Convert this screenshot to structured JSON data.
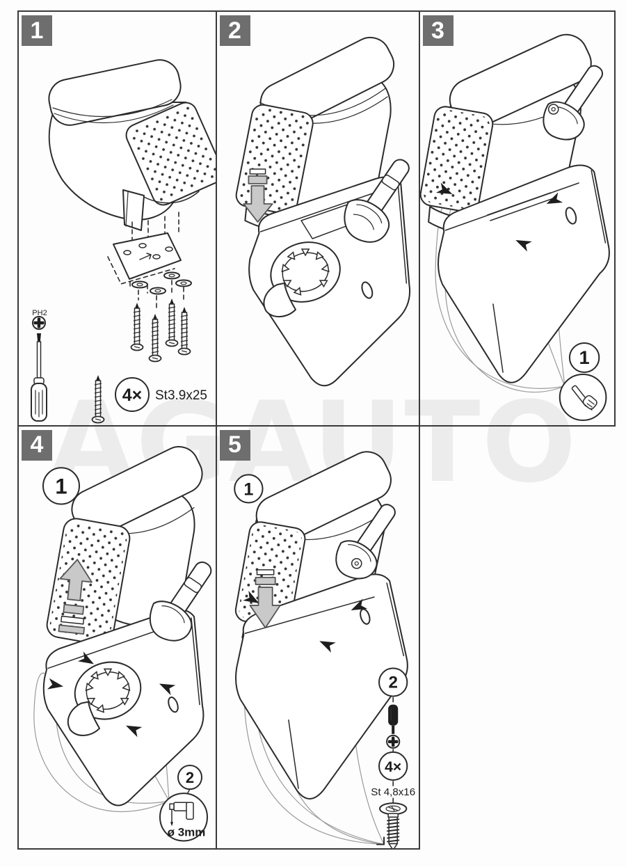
{
  "watermark": "AGAUTO",
  "colors": {
    "line": "#2b2b2b",
    "panel_border": "#3a3a3a",
    "badge_bg": "#6e6e6e",
    "badge_text": "#ffffff",
    "arrow_fill": "#c9c9c9",
    "watermark_color": "#ececec"
  },
  "panels": [
    {
      "step": "1",
      "labels": {
        "bit": "PH2",
        "qty": "4×",
        "screw": "St3.9x25"
      }
    },
    {
      "step": "2"
    },
    {
      "step": "3",
      "callouts": {
        "c1": "1"
      }
    },
    {
      "step": "4",
      "callouts": {
        "c1": "1",
        "c2": "2"
      },
      "labels": {
        "drill": "ø 3mm"
      }
    },
    {
      "step": "5",
      "callouts": {
        "c1": "1",
        "c2": "2"
      },
      "labels": {
        "qty": "4×",
        "screw": "St 4,8x16"
      }
    }
  ]
}
